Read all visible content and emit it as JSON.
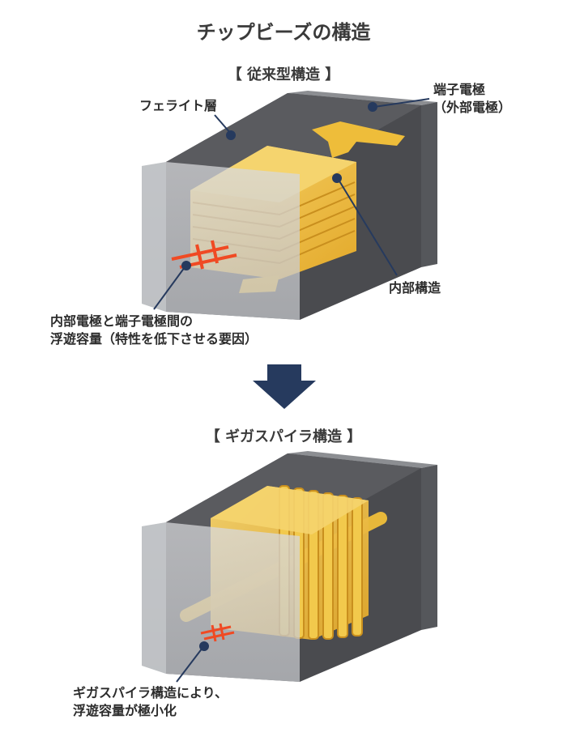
{
  "title": "チップビーズの構造",
  "conventional": {
    "heading": "【 従来型構造 】",
    "label_ferrite": "フェライト層",
    "label_terminal_line1": "端子電極",
    "label_terminal_line2": "（外部電極）",
    "label_internal": "内部構造",
    "label_capacitance_line1": "内部電極と端子電極間の",
    "label_capacitance_line2": "浮遊容量（特性を低下させる要因）"
  },
  "gigaspiral": {
    "heading": "【 ギガスパイラ構造 】",
    "label_line1": "ギガスパイラ構造により、",
    "label_line2": "浮遊容量が極小化"
  },
  "colors": {
    "navy": "#263a5e",
    "gold": "#f0c040",
    "capacitor_red": "#f04a23",
    "text": "#2c2c2c"
  }
}
